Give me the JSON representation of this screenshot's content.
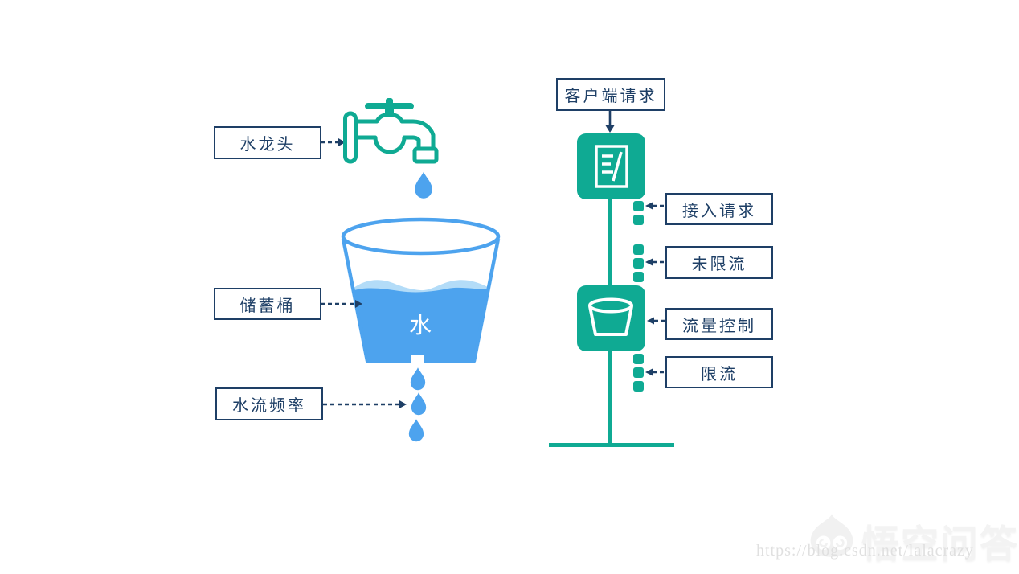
{
  "colors": {
    "navy": "#1e3f66",
    "teal": "#0faa93",
    "blue": "#4da3ee",
    "lightblue": "#b3dcf8"
  },
  "left": {
    "faucet_label": "水龙头",
    "bucket_label": "储蓄桶",
    "flow_rate_label": "水流频率",
    "water_text": "水"
  },
  "right": {
    "client_request_label": "客户端请求",
    "access_request_label": "接入请求",
    "not_limited_label": "未限流",
    "flow_control_label": "流量控制",
    "limited_label": "限流"
  },
  "watermark": {
    "logo_text": "悟空问答",
    "url": "https://blog.csdn.net/lalacrazy"
  }
}
